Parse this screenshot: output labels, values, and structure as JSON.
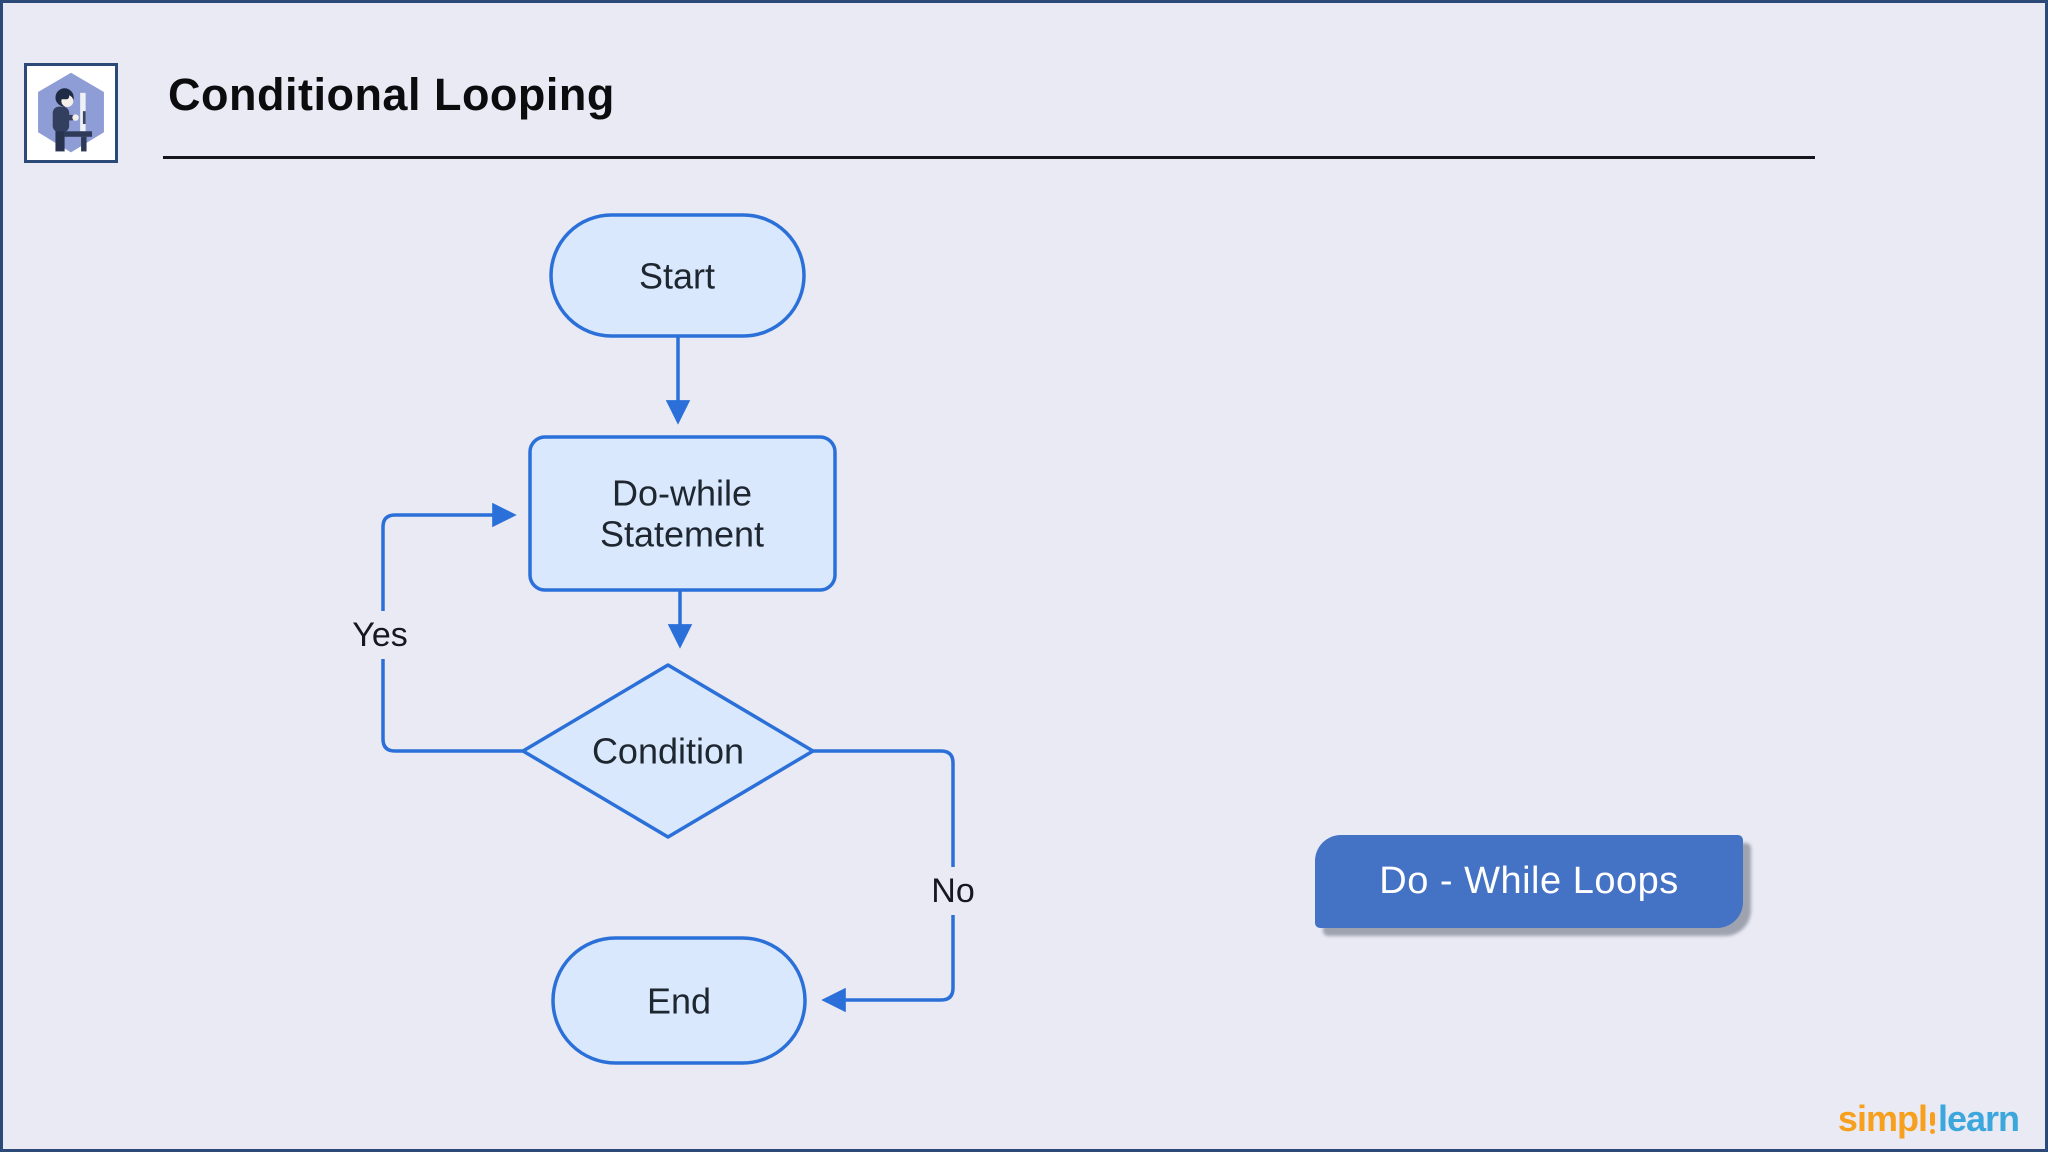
{
  "page": {
    "background_color": "#E9EAF4",
    "frame_color": "#2B4A78"
  },
  "header": {
    "title": "Conditional Looping",
    "logo_icon": "person-at-computer-hexagon",
    "logo_hexagon_color": "#8E9DD6"
  },
  "flowchart": {
    "colors": {
      "node_fill": "#D9E8FC",
      "node_border": "#2B70D8",
      "connector": "#2B70D8",
      "text": "#1E2630"
    },
    "nodes": [
      {
        "id": "start",
        "type": "terminator",
        "label": "Start"
      },
      {
        "id": "do-while-statement",
        "type": "process",
        "label": "Do-while Statement",
        "lines": [
          "Do-while",
          "Statement"
        ]
      },
      {
        "id": "condition",
        "type": "decision",
        "label": "Condition"
      },
      {
        "id": "end",
        "type": "terminator",
        "label": "End"
      }
    ],
    "edges": [
      {
        "from": "start",
        "to": "do-while-statement"
      },
      {
        "from": "do-while-statement",
        "to": "condition"
      },
      {
        "from": "condition",
        "to": "do-while-statement",
        "label": "Yes"
      },
      {
        "from": "condition",
        "to": "end",
        "label": "No"
      }
    ]
  },
  "banner": {
    "label": "Do - While Loops",
    "background_color": "#4472C4",
    "text_color": "#FFFFFF"
  },
  "brand": {
    "name": "simplilearn",
    "part1": "simpl",
    "part2": "learn",
    "part1_color": "#F7A01E",
    "part2_color": "#3BA7DC"
  }
}
